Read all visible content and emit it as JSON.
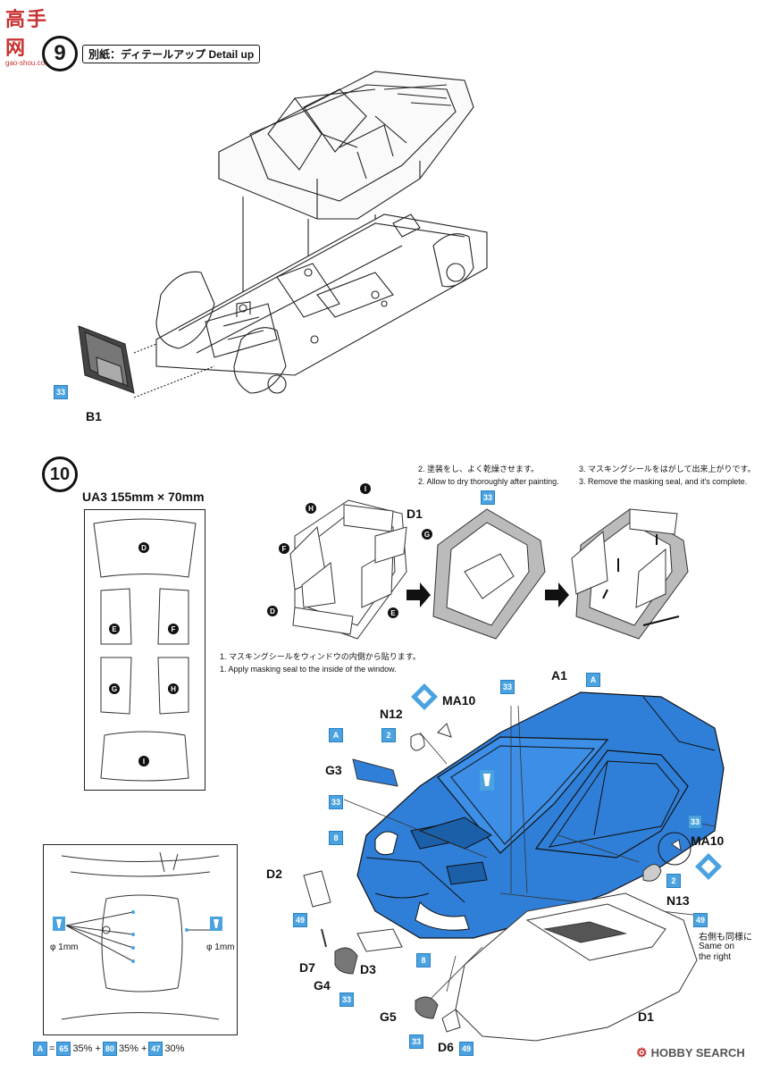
{
  "watermark": {
    "top": "高手网",
    "sub": "gao-shou.com"
  },
  "step9": {
    "number": "9",
    "header": "別紙：ディテールアップ Detail up",
    "parts": {
      "b1": "B1",
      "b1_color": "33"
    }
  },
  "step10": {
    "number": "10",
    "mask_sheet": {
      "title": "UA3 155mm × 70mm",
      "letters": [
        "D",
        "E",
        "F",
        "G",
        "H",
        "I"
      ]
    },
    "diagram_letters": {
      "h": "H",
      "i": "I",
      "d1": "D1",
      "g": "G",
      "f": "F",
      "d": "D",
      "e": "E"
    },
    "instructions": {
      "s1_jp": "1. マスキングシールをウィンドウの内側から貼ります。",
      "s1_en": "1. Apply masking seal to the inside of the window.",
      "s2_jp": "2. 塗装をし、よく乾燥させます。",
      "s2_en": "2. Allow to dry thoroughly after painting.",
      "s3_jp": "3. マスキングシールをはがして出来上がりです。",
      "s3_en": "3. Remove the masking seal, and it's complete."
    },
    "painted_color": "33",
    "callouts": {
      "a1": "A1",
      "a_badge": "A",
      "n12": "N12",
      "ma10_top": "MA10",
      "two_top": "2",
      "g3": "G3",
      "g3_a": "A",
      "g3_33": "33",
      "badge_33_top": "33",
      "badge_33_mid": "33",
      "badge_8": "8",
      "d2": "D2",
      "badge_49": "49",
      "d7": "D7",
      "g4": "G4",
      "g4_33": "33",
      "d3": "D3",
      "badge_8_b": "8",
      "g5": "G5",
      "g5_33": "33",
      "d6": "D6",
      "d6_49": "49",
      "d1": "D1",
      "ma10_right": "MA10",
      "two_right": "2",
      "n13": "N13",
      "badge_33_right": "33",
      "badge_49_right": "49",
      "right_note_jp": "右側も同様に",
      "right_note_en1": "Same on",
      "right_note_en2": "the right"
    },
    "drill": {
      "left": "φ 1mm",
      "right": "φ 1mm"
    },
    "color_formula": {
      "a": "A",
      "c1": "65",
      "p1": "35% +",
      "c2": "80",
      "p2": "35% +",
      "c3": "47",
      "p3": "30%"
    }
  },
  "brand": {
    "text": "HOBBY SEARCH"
  },
  "colors": {
    "blue": "#2f7fd8",
    "badge": "#4aa3e0"
  }
}
